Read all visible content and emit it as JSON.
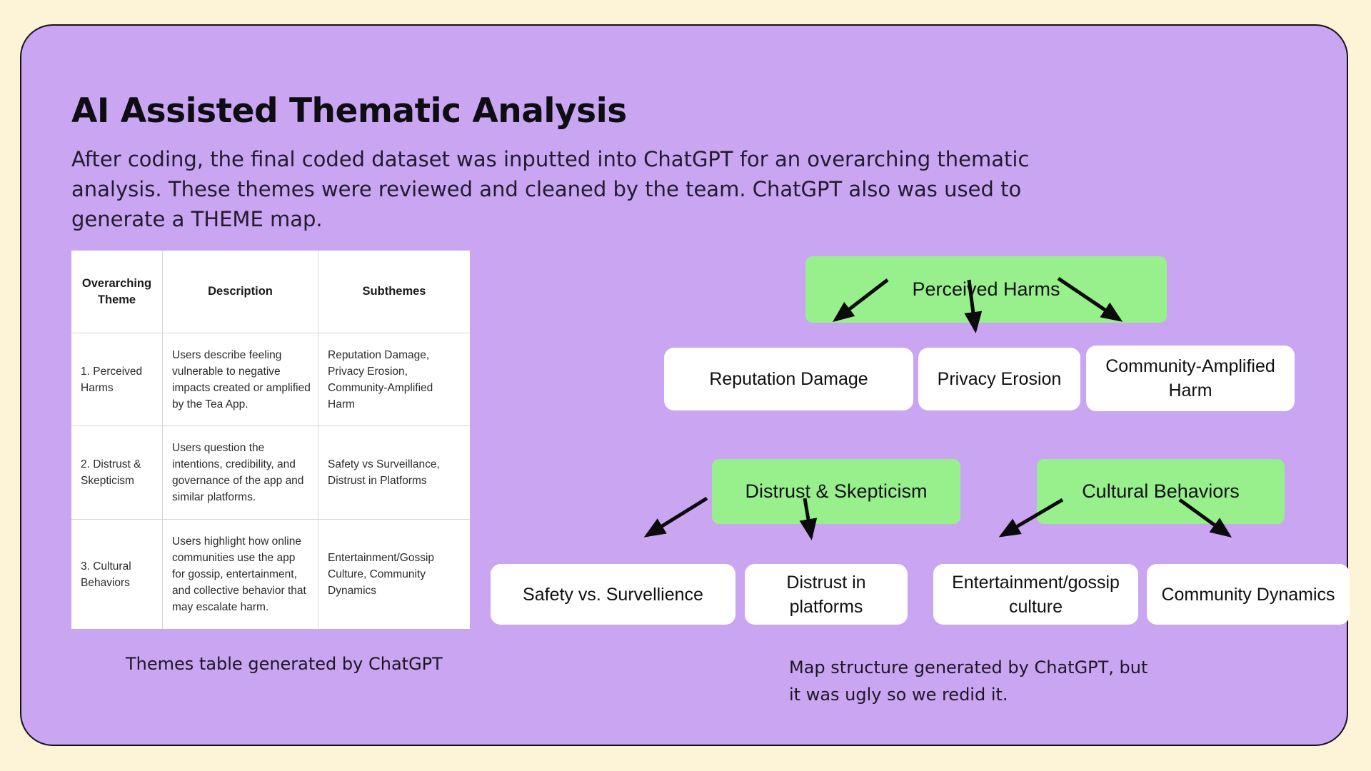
{
  "colors": {
    "page_background": "#fdf3d6",
    "card_background": "#c9a5f2",
    "green_node": "#98f08c",
    "white_node": "#ffffff",
    "text": "#14101f"
  },
  "slide": {
    "title": "AI Assisted Thematic Analysis",
    "intro": "After coding, the final coded dataset was inputted into ChatGPT for an overarching thematic analysis. These themes were reviewed and cleaned by the team. ChatGPT also was used to generate a THEME map."
  },
  "table": {
    "headers": [
      "Overarching Theme",
      "Description",
      "Subthemes"
    ],
    "rows": [
      {
        "theme": "1. Perceived Harms",
        "description": "Users describe feeling vulnerable to negative impacts created or amplified by the Tea App.",
        "subthemes": "Reputation Damage, Privacy Erosion, Community-Amplified Harm"
      },
      {
        "theme": "2. Distrust & Skepticism",
        "description": "Users question the intentions, credibility, and governance of the app and similar platforms.",
        "subthemes": "Safety vs Surveillance, Distrust in Platforms"
      },
      {
        "theme": "3. Cultural Behaviors",
        "description": "Users highlight how online communities use the app for gossip, entertainment, and collective behavior that may escalate harm.",
        "subthemes": "Entertainment/Gossip Culture, Community Dynamics"
      }
    ],
    "caption": "Themes table generated by ChatGPT"
  },
  "diagram": {
    "nodes": {
      "perceived_harms": "Perceived Harms",
      "reputation_damage": "Reputation Damage",
      "privacy_erosion": "Privacy Erosion",
      "community_amplified_harm": "Community-Amplified Harm",
      "distrust_skepticism": "Distrust & Skepticism",
      "cultural_behaviors": "Cultural Behaviors",
      "safety_surveillance": "Safety vs. Survellience",
      "distrust_platforms": "Distrust in platforms",
      "entertainment_gossip": "Entertainment/gossip culture",
      "community_dynamics": "Community Dynamics"
    },
    "caption_lines": [
      "Map structure generated by ChatGPT, but",
      "it was ugly so we redid it."
    ]
  }
}
